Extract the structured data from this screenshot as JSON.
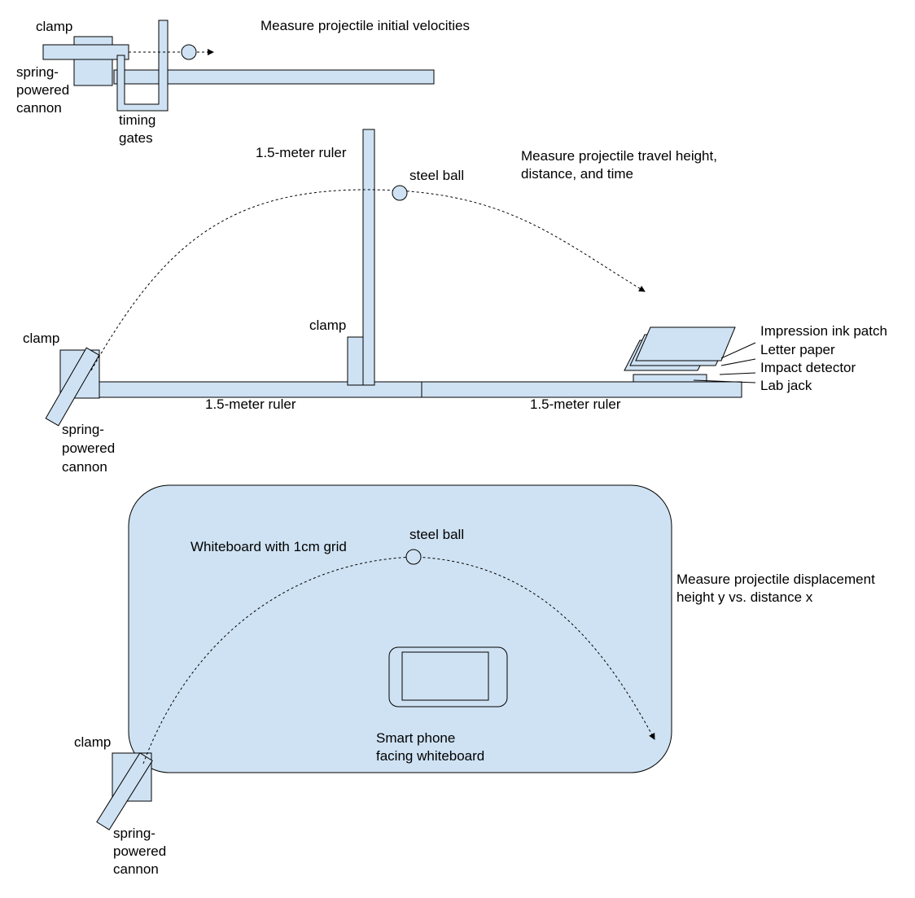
{
  "colors": {
    "fill": "#cfe2f3",
    "stroke": "#000000",
    "background": "#ffffff"
  },
  "panel1": {
    "title": "Measure projectile initial velocities",
    "clamp": "clamp",
    "cannon": [
      "spring-",
      "powered",
      "cannon"
    ],
    "gates": [
      "timing",
      "gates"
    ]
  },
  "panel2": {
    "title": [
      "Measure projectile travel height,",
      "distance, and time"
    ],
    "vertical_ruler": "1.5-meter ruler",
    "ball": "steel ball",
    "clamp_mid": "clamp",
    "clamp_left": "clamp",
    "cannon": [
      "spring-",
      "powered",
      "cannon"
    ],
    "ruler_left": "1.5-meter ruler",
    "ruler_right": "1.5-meter ruler",
    "stack": [
      "Impression ink patch",
      "Letter paper",
      "Impact detector",
      "Lab jack"
    ]
  },
  "panel3": {
    "board": "Whiteboard with 1cm grid",
    "ball": "steel ball",
    "title": [
      "Measure projectile displacement",
      "height y vs. distance x"
    ],
    "phone": [
      "Smart phone",
      "facing whiteboard"
    ],
    "clamp": "clamp",
    "cannon": [
      "spring-",
      "powered",
      "cannon"
    ]
  }
}
